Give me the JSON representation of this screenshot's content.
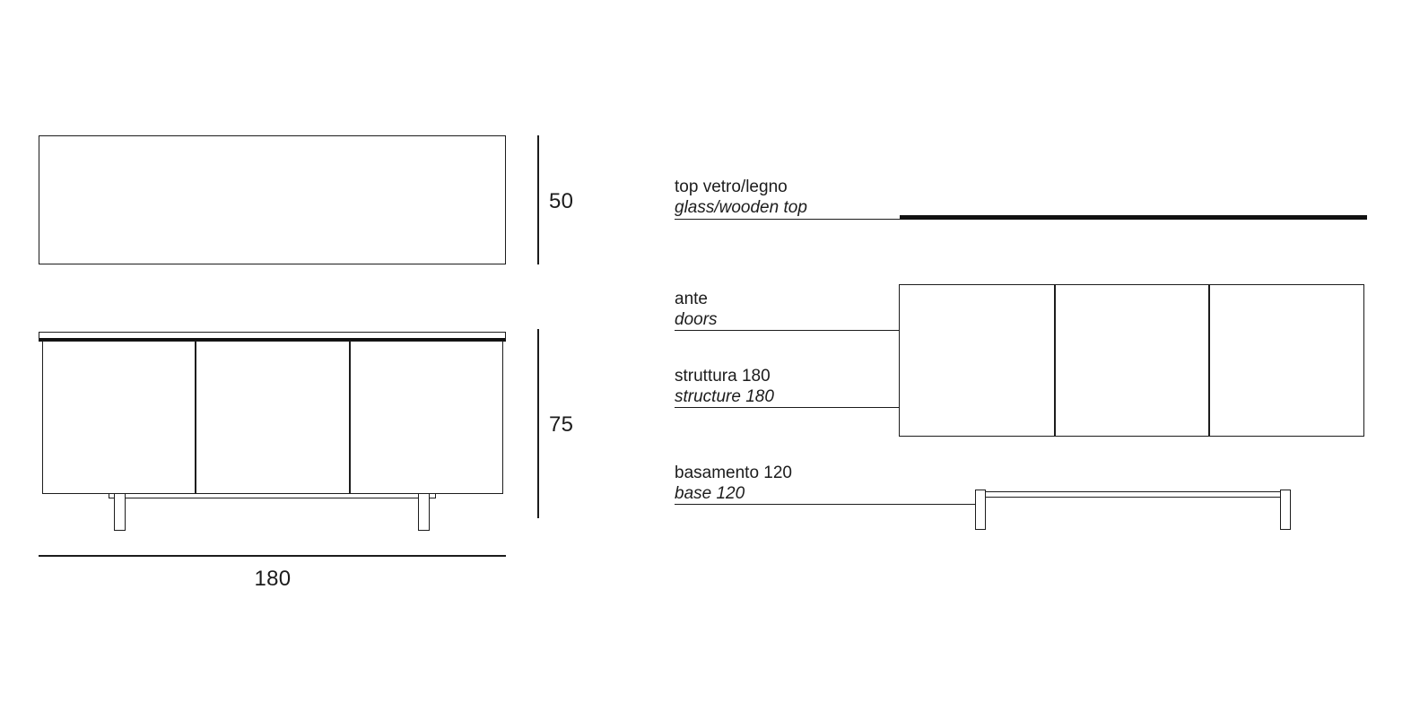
{
  "colors": {
    "line": "#1c1c1c",
    "heavy_line": "#111111",
    "text": "#1c1c1c",
    "background": "#ffffff"
  },
  "dimensions": {
    "plan_depth": "50",
    "front_height": "75",
    "front_width": "180"
  },
  "callouts": {
    "top": {
      "primary": "top vetro/legno",
      "secondary": "glass/wooden top"
    },
    "doors": {
      "primary": "ante",
      "secondary": "doors"
    },
    "structure": {
      "primary": "struttura 180",
      "secondary": "structure 180"
    },
    "base": {
      "primary": "basamento 120",
      "secondary": "base 120"
    }
  }
}
